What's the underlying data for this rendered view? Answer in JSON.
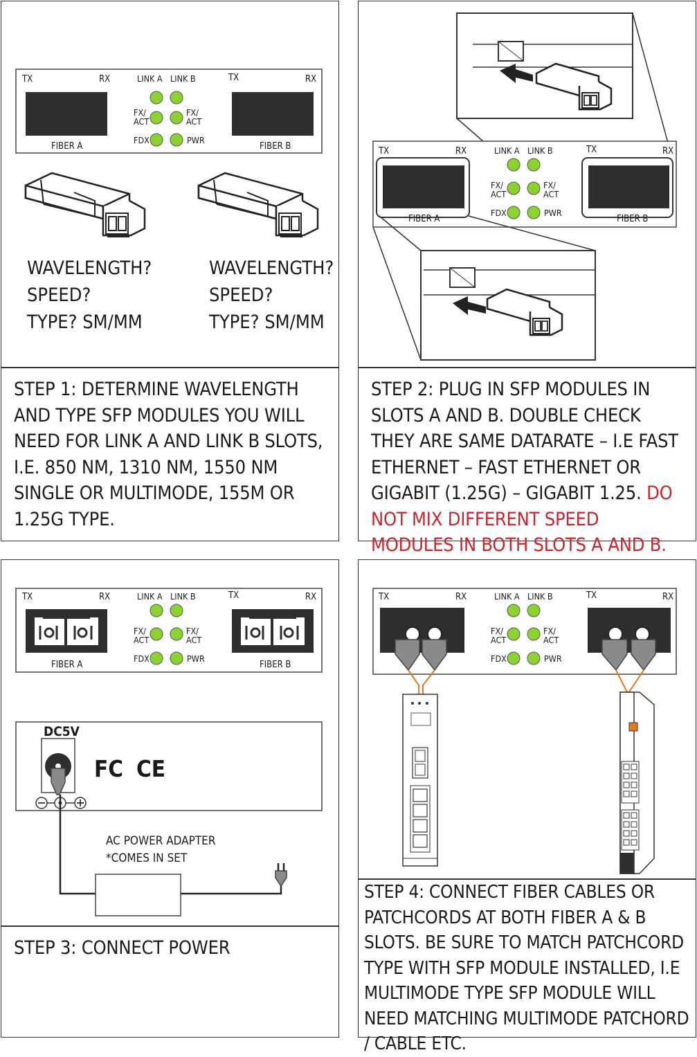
{
  "device": {
    "tx": "TX",
    "rx": "RX",
    "link_a": "LINK A",
    "link_b": "LINK B",
    "fx_act_1": "FX/",
    "fx_act_2": "ACT",
    "fdx": "FDX",
    "pwr": "PWR",
    "fiber_a": "FIBER A",
    "fiber_b": "FIBER B"
  },
  "colors": {
    "led": "#8bd12f",
    "warning": "#c8242b",
    "cable": "#e07a1f",
    "connector": "#8a8a8a"
  },
  "step1": {
    "questions_left": [
      "WAVELENGTH?",
      "SPEED?",
      "TYPE? SM/MM"
    ],
    "questions_right": [
      "WAVELENGTH?",
      "SPEED?",
      "TYPE? SM/MM"
    ],
    "caption": "STEP 1: DETERMINE WAVELENGTH AND TYPE SFP MODULES YOU WILL NEED FOR LINK A AND LINK B SLOTS, I.E. 850 NM, 1310 NM, 1550 NM SINGLE OR MULTIMODE, 155M OR 1.25G TYPE."
  },
  "step2": {
    "caption_normal": "STEP 2: PLUG IN SFP MODULES IN SLOTS A AND B. DOUBLE CHECK THEY ARE SAME DATARATE – I.E FAST ETHERNET – FAST ETHERNET OR GIGABIT (1.25G) – GIGABIT 1.25.",
    "caption_warning": "DO NOT MIX DIFFERENT SPEED MODULES IN BOTH SLOTS A AND B."
  },
  "step3": {
    "dc_label": "DC5V",
    "fc_mark": "FC",
    "ce_mark": "CE",
    "polarity": [
      "⊖",
      "⊕"
    ],
    "adapter_line1": "AC POWER ADAPTER",
    "adapter_line2": "*COMES IN SET",
    "caption": "STEP 3: CONNECT POWER"
  },
  "step4": {
    "caption": "STEP 4: CONNECT FIBER CABLES OR PATCHCORDS AT BOTH FIBER A & B SLOTS. BE SURE TO MATCH PATCHCORD TYPE WITH SFP MODULE INSTALLED, I.E MULTIMODE TYPE SFP MODULE WILL NEED MATCHING MULTIMODE PATCHORD / CABLE ETC."
  }
}
